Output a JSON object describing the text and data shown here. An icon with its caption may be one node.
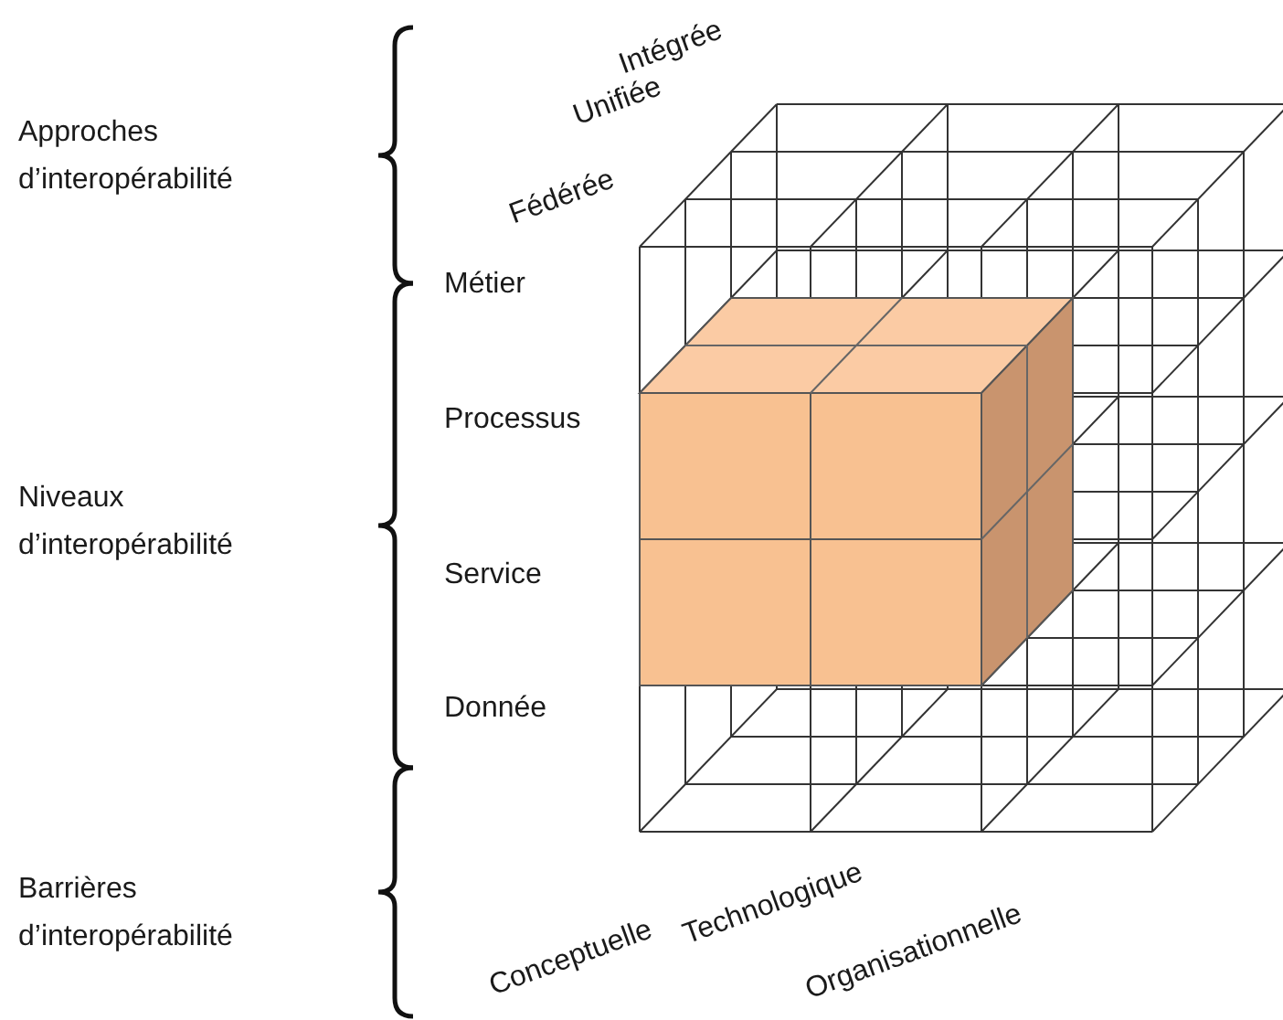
{
  "diagram": {
    "labels": [
      "Approches d’interopérabilité",
      "Intégrée",
      "Unifiée",
      "Fédérée",
      "Métier",
      "Processus",
      "Niveaux d’interopérabilité",
      "Service",
      "Donnée",
      "Barrières d’interopérabilité",
      "Conceptuelle",
      "Technologique",
      "Organisationnelle"
    ]
  }
}
